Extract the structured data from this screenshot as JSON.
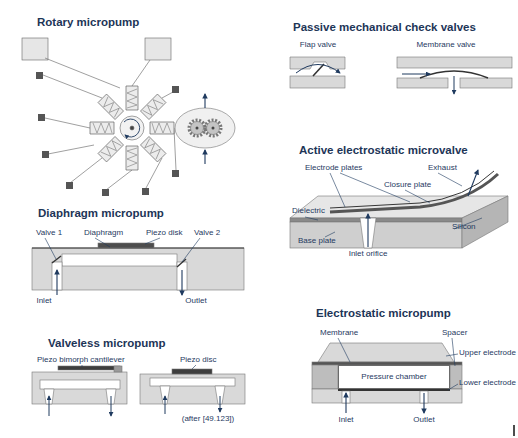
{
  "diagram": {
    "nodes": [
      {
        "text": [
          "Pressure chamber"
        ]
      }
    ],
    "labels": [
      "Rotary micropump",
      "Passive mechanical check valves",
      "Flap valve",
      "Membrane valve",
      "Active electrostatic microvalve",
      "Electrode plates",
      "Exhaust",
      "Closure plate",
      "Dielectric",
      "Silicon",
      "Base plate",
      "Inlet orifice",
      "Diaphragm micropump",
      "Valve 1",
      "Diaphragm",
      "Piezo disk",
      "Valve 2",
      "Inlet",
      "Outlet",
      "Electrostatic micropump",
      "Membrane",
      "Spacer",
      "Upper electrode",
      "Lower electrode",
      "Inlet",
      "Outlet",
      "Valveless micropump",
      "Piezo bimorph cantilever",
      "Piezo disc",
      "(after [49.123])"
    ]
  }
}
